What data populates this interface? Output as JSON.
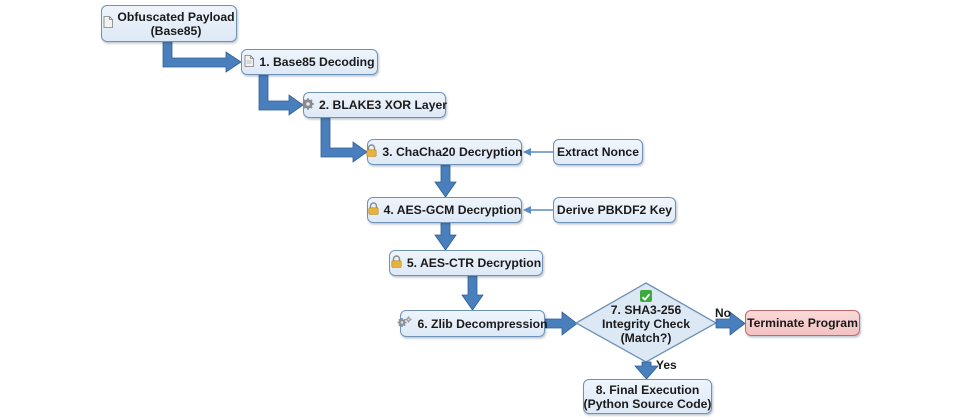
{
  "diagram": {
    "type": "flowchart",
    "nodes": [
      {
        "id": "payload",
        "icon": "document-icon",
        "lines": [
          "Obfuscated Payload",
          "(Base85)"
        ]
      },
      {
        "id": "step1",
        "icon": "document-icon",
        "lines": [
          "1. Base85 Decoding"
        ]
      },
      {
        "id": "step2",
        "icon": "gear-icon",
        "lines": [
          "2. BLAKE3 XOR Layer"
        ]
      },
      {
        "id": "step3",
        "icon": "padlock-icon",
        "lines": [
          "3. ChaCha20 Decryption"
        ]
      },
      {
        "id": "nonce",
        "icon": null,
        "lines": [
          "Extract Nonce"
        ]
      },
      {
        "id": "step4",
        "icon": "padlock-icon",
        "lines": [
          "4. AES-GCM Decryption"
        ]
      },
      {
        "id": "pbkdf2",
        "icon": null,
        "lines": [
          "Derive PBKDF2 Key"
        ]
      },
      {
        "id": "step5",
        "icon": "padlock-icon",
        "lines": [
          "5. AES-CTR Decryption"
        ]
      },
      {
        "id": "step6",
        "icon": "gears-icon",
        "lines": [
          "6. Zlib Decompression"
        ]
      },
      {
        "id": "step7",
        "icon": "check-icon",
        "shape": "diamond",
        "lines": [
          "7. SHA3-256",
          "Integrity Check",
          "(Match?)"
        ]
      },
      {
        "id": "terminate",
        "icon": null,
        "lines": [
          "Terminate Program"
        ]
      },
      {
        "id": "step8",
        "icon": null,
        "lines": [
          "8. Final Execution",
          "(Python Source Code)"
        ]
      }
    ],
    "edges": [
      {
        "from": "payload",
        "to": "step1"
      },
      {
        "from": "step1",
        "to": "step2"
      },
      {
        "from": "step2",
        "to": "step3"
      },
      {
        "from": "nonce",
        "to": "step3"
      },
      {
        "from": "step3",
        "to": "step4"
      },
      {
        "from": "pbkdf2",
        "to": "step4"
      },
      {
        "from": "step4",
        "to": "step5"
      },
      {
        "from": "step5",
        "to": "step6"
      },
      {
        "from": "step6",
        "to": "step7"
      },
      {
        "from": "step7",
        "to": "terminate",
        "label": "No"
      },
      {
        "from": "step7",
        "to": "step8",
        "label": "Yes"
      }
    ],
    "labels": {
      "payload_l1": "Obfuscated Payload",
      "payload_l2": "(Base85)",
      "step1": "1. Base85 Decoding",
      "step2": "2. BLAKE3 XOR Layer",
      "step3": "3. ChaCha20 Decryption",
      "nonce": "Extract Nonce",
      "step4": "4. AES-GCM Decryption",
      "pbkdf2": "Derive PBKDF2 Key",
      "step5": "5. AES-CTR Decryption",
      "step6": "6. Zlib Decompression",
      "step7_l1": "7. SHA3-256",
      "step7_l2": "Integrity Check",
      "step7_l3": "(Match?)",
      "terminate": "Terminate Program",
      "step8_l1": "8. Final Execution",
      "step8_l2": "(Python Source Code)",
      "edge_no": "No",
      "edge_yes": "Yes"
    },
    "colors": {
      "arrow": "#4a7fbd",
      "node_border": "#6f92b8",
      "terminate_fill": "#f4c2c2",
      "check": "#3caa3c",
      "padlock": "#e8b33a"
    }
  }
}
